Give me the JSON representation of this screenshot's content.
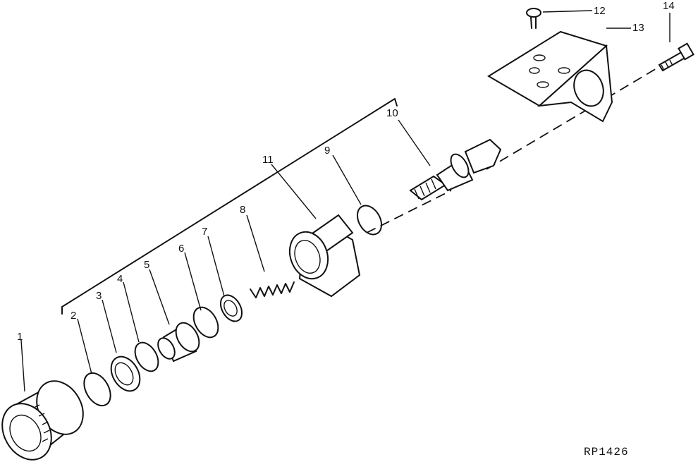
{
  "diagram": {
    "reference_code": "RP1426",
    "callouts": [
      {
        "num": "1",
        "part": "filter"
      },
      {
        "num": "2",
        "part": "o-ring"
      },
      {
        "num": "3",
        "part": "washer"
      },
      {
        "num": "4",
        "part": "o-ring"
      },
      {
        "num": "5",
        "part": "valve"
      },
      {
        "num": "6",
        "part": "o-ring"
      },
      {
        "num": "7",
        "part": "washer"
      },
      {
        "num": "8",
        "part": "spring"
      },
      {
        "num": "9",
        "part": "o-ring"
      },
      {
        "num": "10",
        "part": "adapter-fitting"
      },
      {
        "num": "11",
        "part": "filter-housing"
      },
      {
        "num": "12",
        "part": "screw"
      },
      {
        "num": "13",
        "part": "mounting-bracket"
      },
      {
        "num": "14",
        "part": "bolt"
      }
    ]
  }
}
